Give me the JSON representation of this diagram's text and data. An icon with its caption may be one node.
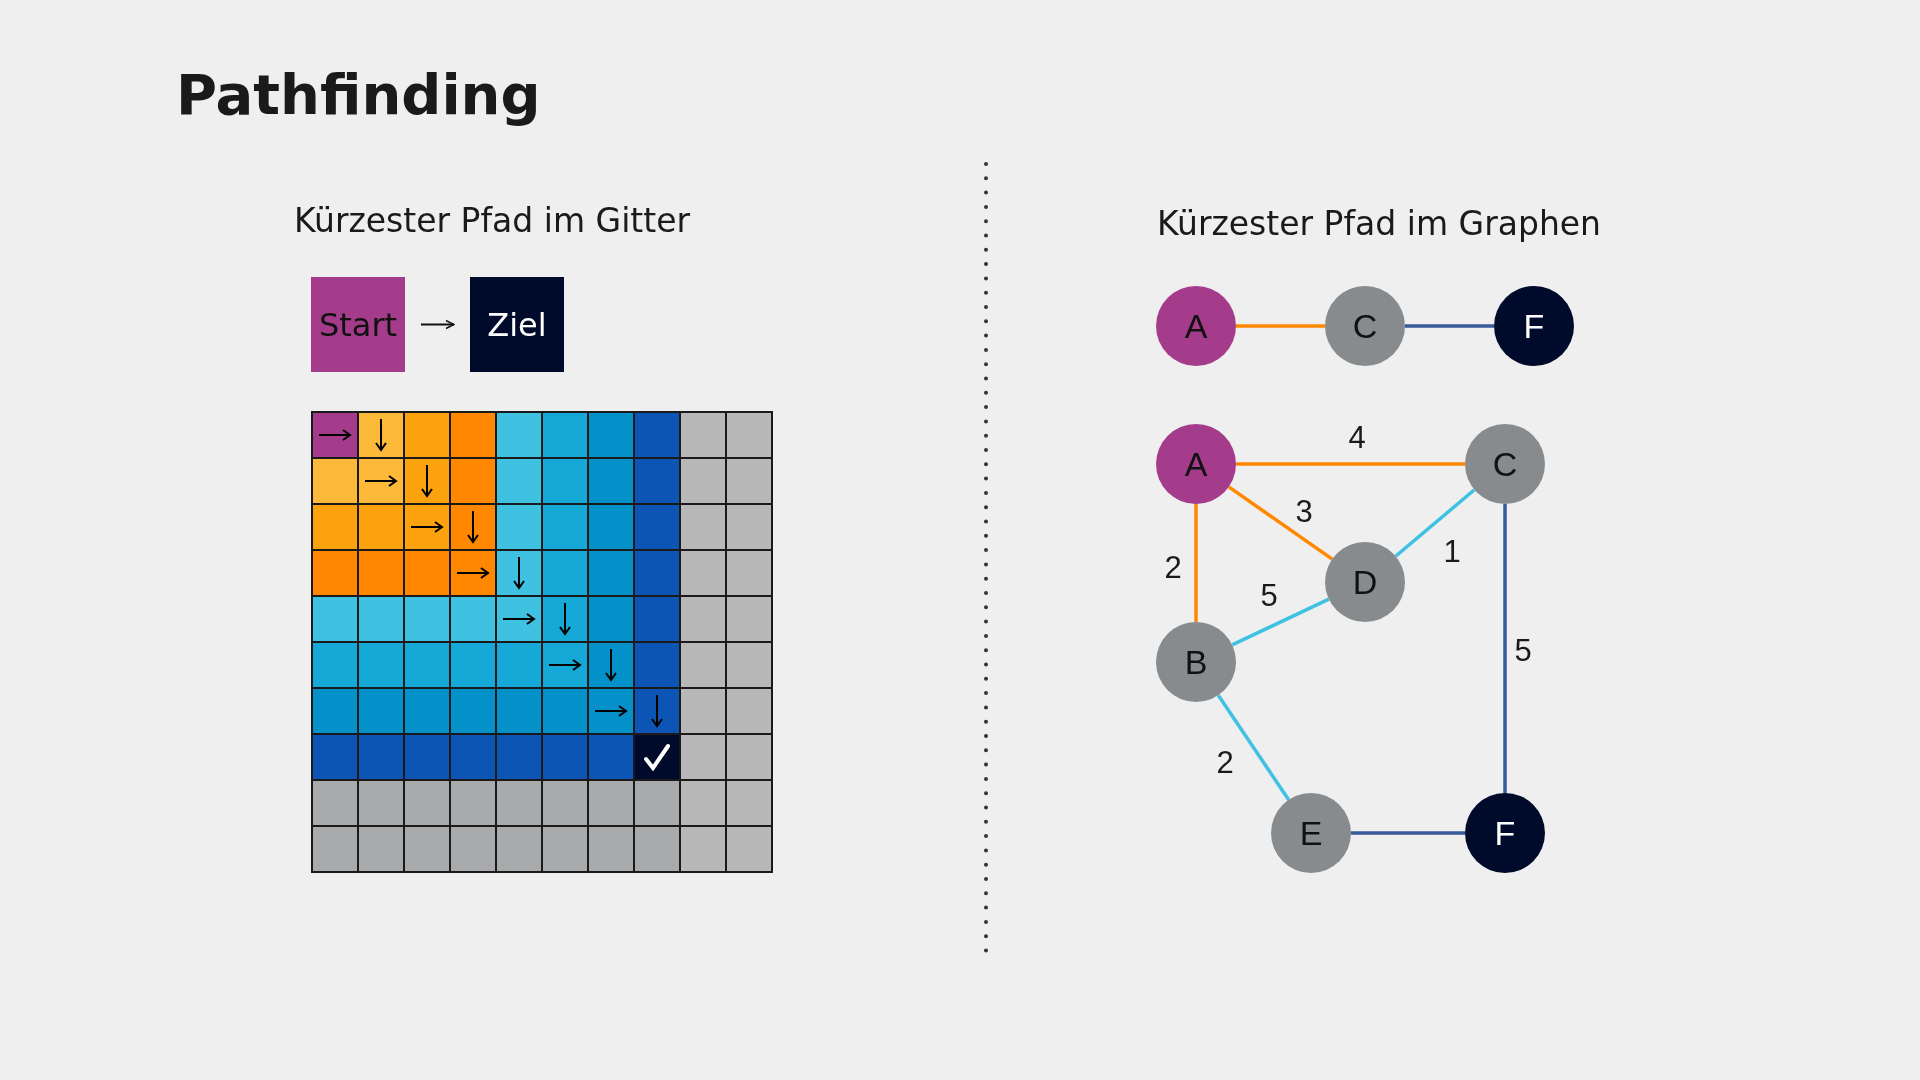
{
  "diagram": {
    "title": "Pathfinding",
    "nodes": [
      {
        "text": [
          "Start"
        ]
      },
      {
        "text": [
          "Ziel"
        ]
      },
      {
        "text": [
          "A"
        ]
      },
      {
        "text": [
          "C"
        ]
      },
      {
        "text": [
          "F"
        ]
      },
      {
        "text": [
          "A"
        ]
      },
      {
        "text": [
          "C"
        ]
      },
      {
        "text": [
          "D"
        ]
      },
      {
        "text": [
          "B"
        ]
      },
      {
        "text": [
          "E"
        ]
      },
      {
        "text": [
          "F"
        ]
      }
    ],
    "edges": [
      {
        "from": 0,
        "to": 1,
        "arrow": "to",
        "color": "#111111"
      },
      {
        "from": 2,
        "to": 3,
        "arrow": "none",
        "color": "#ff8800"
      },
      {
        "from": 3,
        "to": 4,
        "arrow": "none",
        "color": "#3a5a9a"
      },
      {
        "from": 5,
        "to": 6,
        "arrow": "none",
        "label": "4",
        "color": "#ff8800"
      },
      {
        "from": 5,
        "to": 7,
        "arrow": "none",
        "label": "3",
        "color": "#ff8800"
      },
      {
        "from": 5,
        "to": 8,
        "arrow": "none",
        "label": "2",
        "color": "#ff8800"
      },
      {
        "from": 7,
        "to": 6,
        "arrow": "none",
        "label": "1",
        "color": "#3fc2e2"
      },
      {
        "from": 8,
        "to": 7,
        "arrow": "none",
        "label": "5",
        "color": "#3fc2e2"
      },
      {
        "from": 8,
        "to": 9,
        "arrow": "none",
        "label": "2",
        "color": "#3fc2e2"
      },
      {
        "from": 6,
        "to": 10,
        "arrow": "none",
        "label": "5",
        "color": "#3a5a9a"
      },
      {
        "from": 9,
        "to": 10,
        "arrow": "none",
        "color": "#3a5a9a"
      }
    ],
    "labels": [
      "Kürzester Pfad im Gitter",
      "Kürzester Pfad im Graphen"
    ]
  }
}
